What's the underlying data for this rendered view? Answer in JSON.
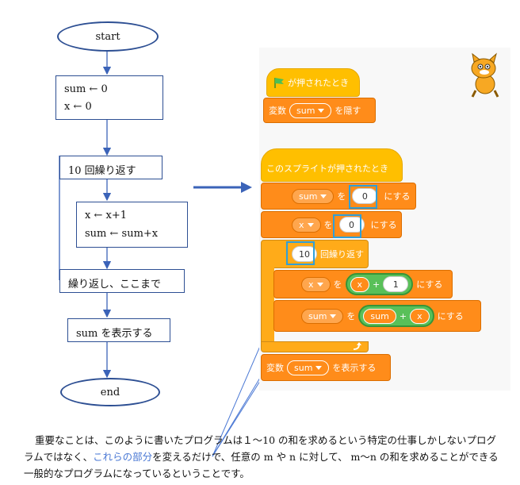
{
  "flowchart": {
    "start": "start",
    "init": [
      "sum ← 0",
      "x ← 0"
    ],
    "loop_start": "10 回繰り返す",
    "body": [
      "x ← x+1",
      "sum ← sum+x"
    ],
    "loop_end": "繰り返し、ここまで",
    "display": "sum を表示する",
    "end": "end"
  },
  "scratch": {
    "script1": {
      "hat": "が押されたとき",
      "hide_prefix": "変数",
      "hide_var": "sum",
      "hide_suffix": "を隠す"
    },
    "script2": {
      "hat": "このスプライトが押されたとき",
      "set1_var": "sum",
      "set_word": "を",
      "set1_val": "0",
      "set_suffix": "にする",
      "set2_var": "x",
      "set2_val": "0",
      "repeat_val": "10",
      "repeat_label": "回繰り返す",
      "body1_var": "x",
      "body1_op_a": "x",
      "body1_plus": "+",
      "body1_op_b": "1",
      "body2_var": "sum",
      "body2_op_a": "sum",
      "body2_plus": "+",
      "body2_op_b": "x",
      "show_prefix": "変数",
      "show_var": "sum",
      "show_suffix": "を表示する"
    }
  },
  "paragraph": {
    "part1": "重要なことは、このように書いたプログラムは１～10 の和を求めるという特定の仕事しかしないプログラムではなく、",
    "link": "これらの部分",
    "part2": "を変えるだけで、任意の m や n に対して、 m～n の和を求めることができる一般的なプログラムになっているということです。"
  },
  "colors": {
    "flow_line": "#3b63b8",
    "event": "#ffbf00",
    "variable": "#ff8c1a",
    "control": "#ffab19",
    "operator": "#59c059",
    "highlight": "#2f9fd9"
  }
}
